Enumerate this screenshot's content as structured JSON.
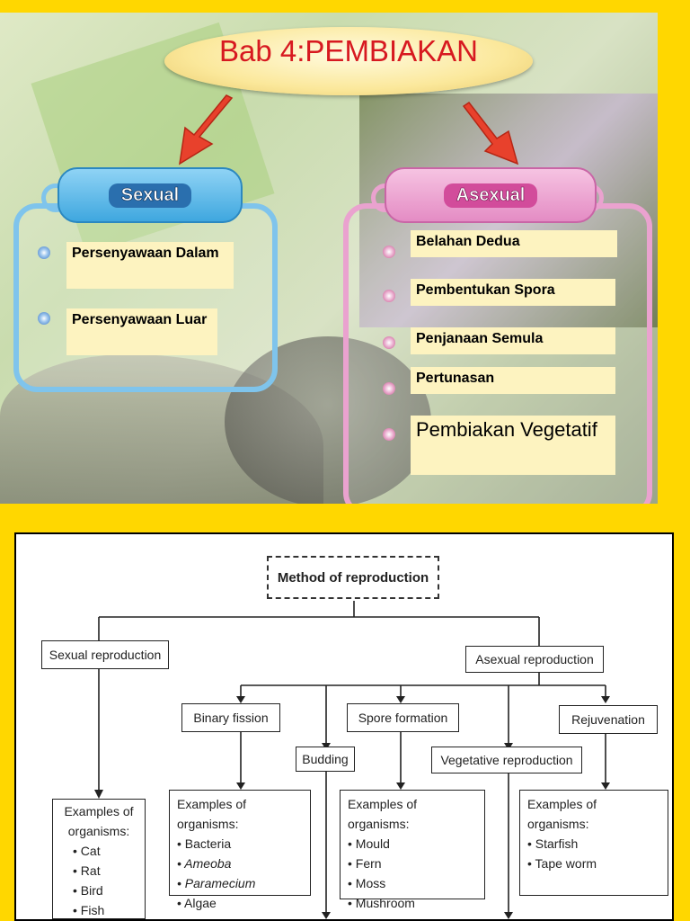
{
  "slide": {
    "title": "Bab 4:PEMBIAKAN",
    "sexual": {
      "header": "Sexual",
      "items": [
        "Persenyawaan Dalam",
        "Persenyawaan Luar"
      ]
    },
    "asexual": {
      "header": "Asexual",
      "items": [
        "Belahan Dedua",
        "Pembentukan Spora",
        "Penjanaan Semula",
        "Pertunasan",
        "Pembiakan Vegetatif"
      ]
    },
    "colors": {
      "title": "#d71920",
      "sexual": "#3fa7df",
      "asexual": "#e48cc4",
      "label_bg": "#fdf3c0",
      "arrow": "#e8412c"
    }
  },
  "diagram": {
    "root": "Method of reproduction",
    "sexual": "Sexual reproduction",
    "asexual": "Asexual reproduction",
    "methods": {
      "binary": "Binary fission",
      "spore": "Spore formation",
      "rejuvenation": "Rejuvenation",
      "budding": "Budding",
      "vegetative": "Vegetative reproduction"
    },
    "examples": {
      "sexual": {
        "head1": "Examples of",
        "head2": "organisms:",
        "items": [
          "Cat",
          "Rat",
          "Bird",
          "Fish"
        ]
      },
      "binary": {
        "head": "Examples of organisms:",
        "items": [
          "Bacteria",
          "Ameoba",
          "Paramecium",
          "Algae"
        ]
      },
      "spore": {
        "head": "Examples of organisms:",
        "items": [
          "Mould",
          "Fern",
          "Moss",
          "Mushroom"
        ]
      },
      "rejuvenation": {
        "head": "Examples of organisms:",
        "items": [
          "Starfish",
          "Tape worm"
        ]
      }
    }
  }
}
